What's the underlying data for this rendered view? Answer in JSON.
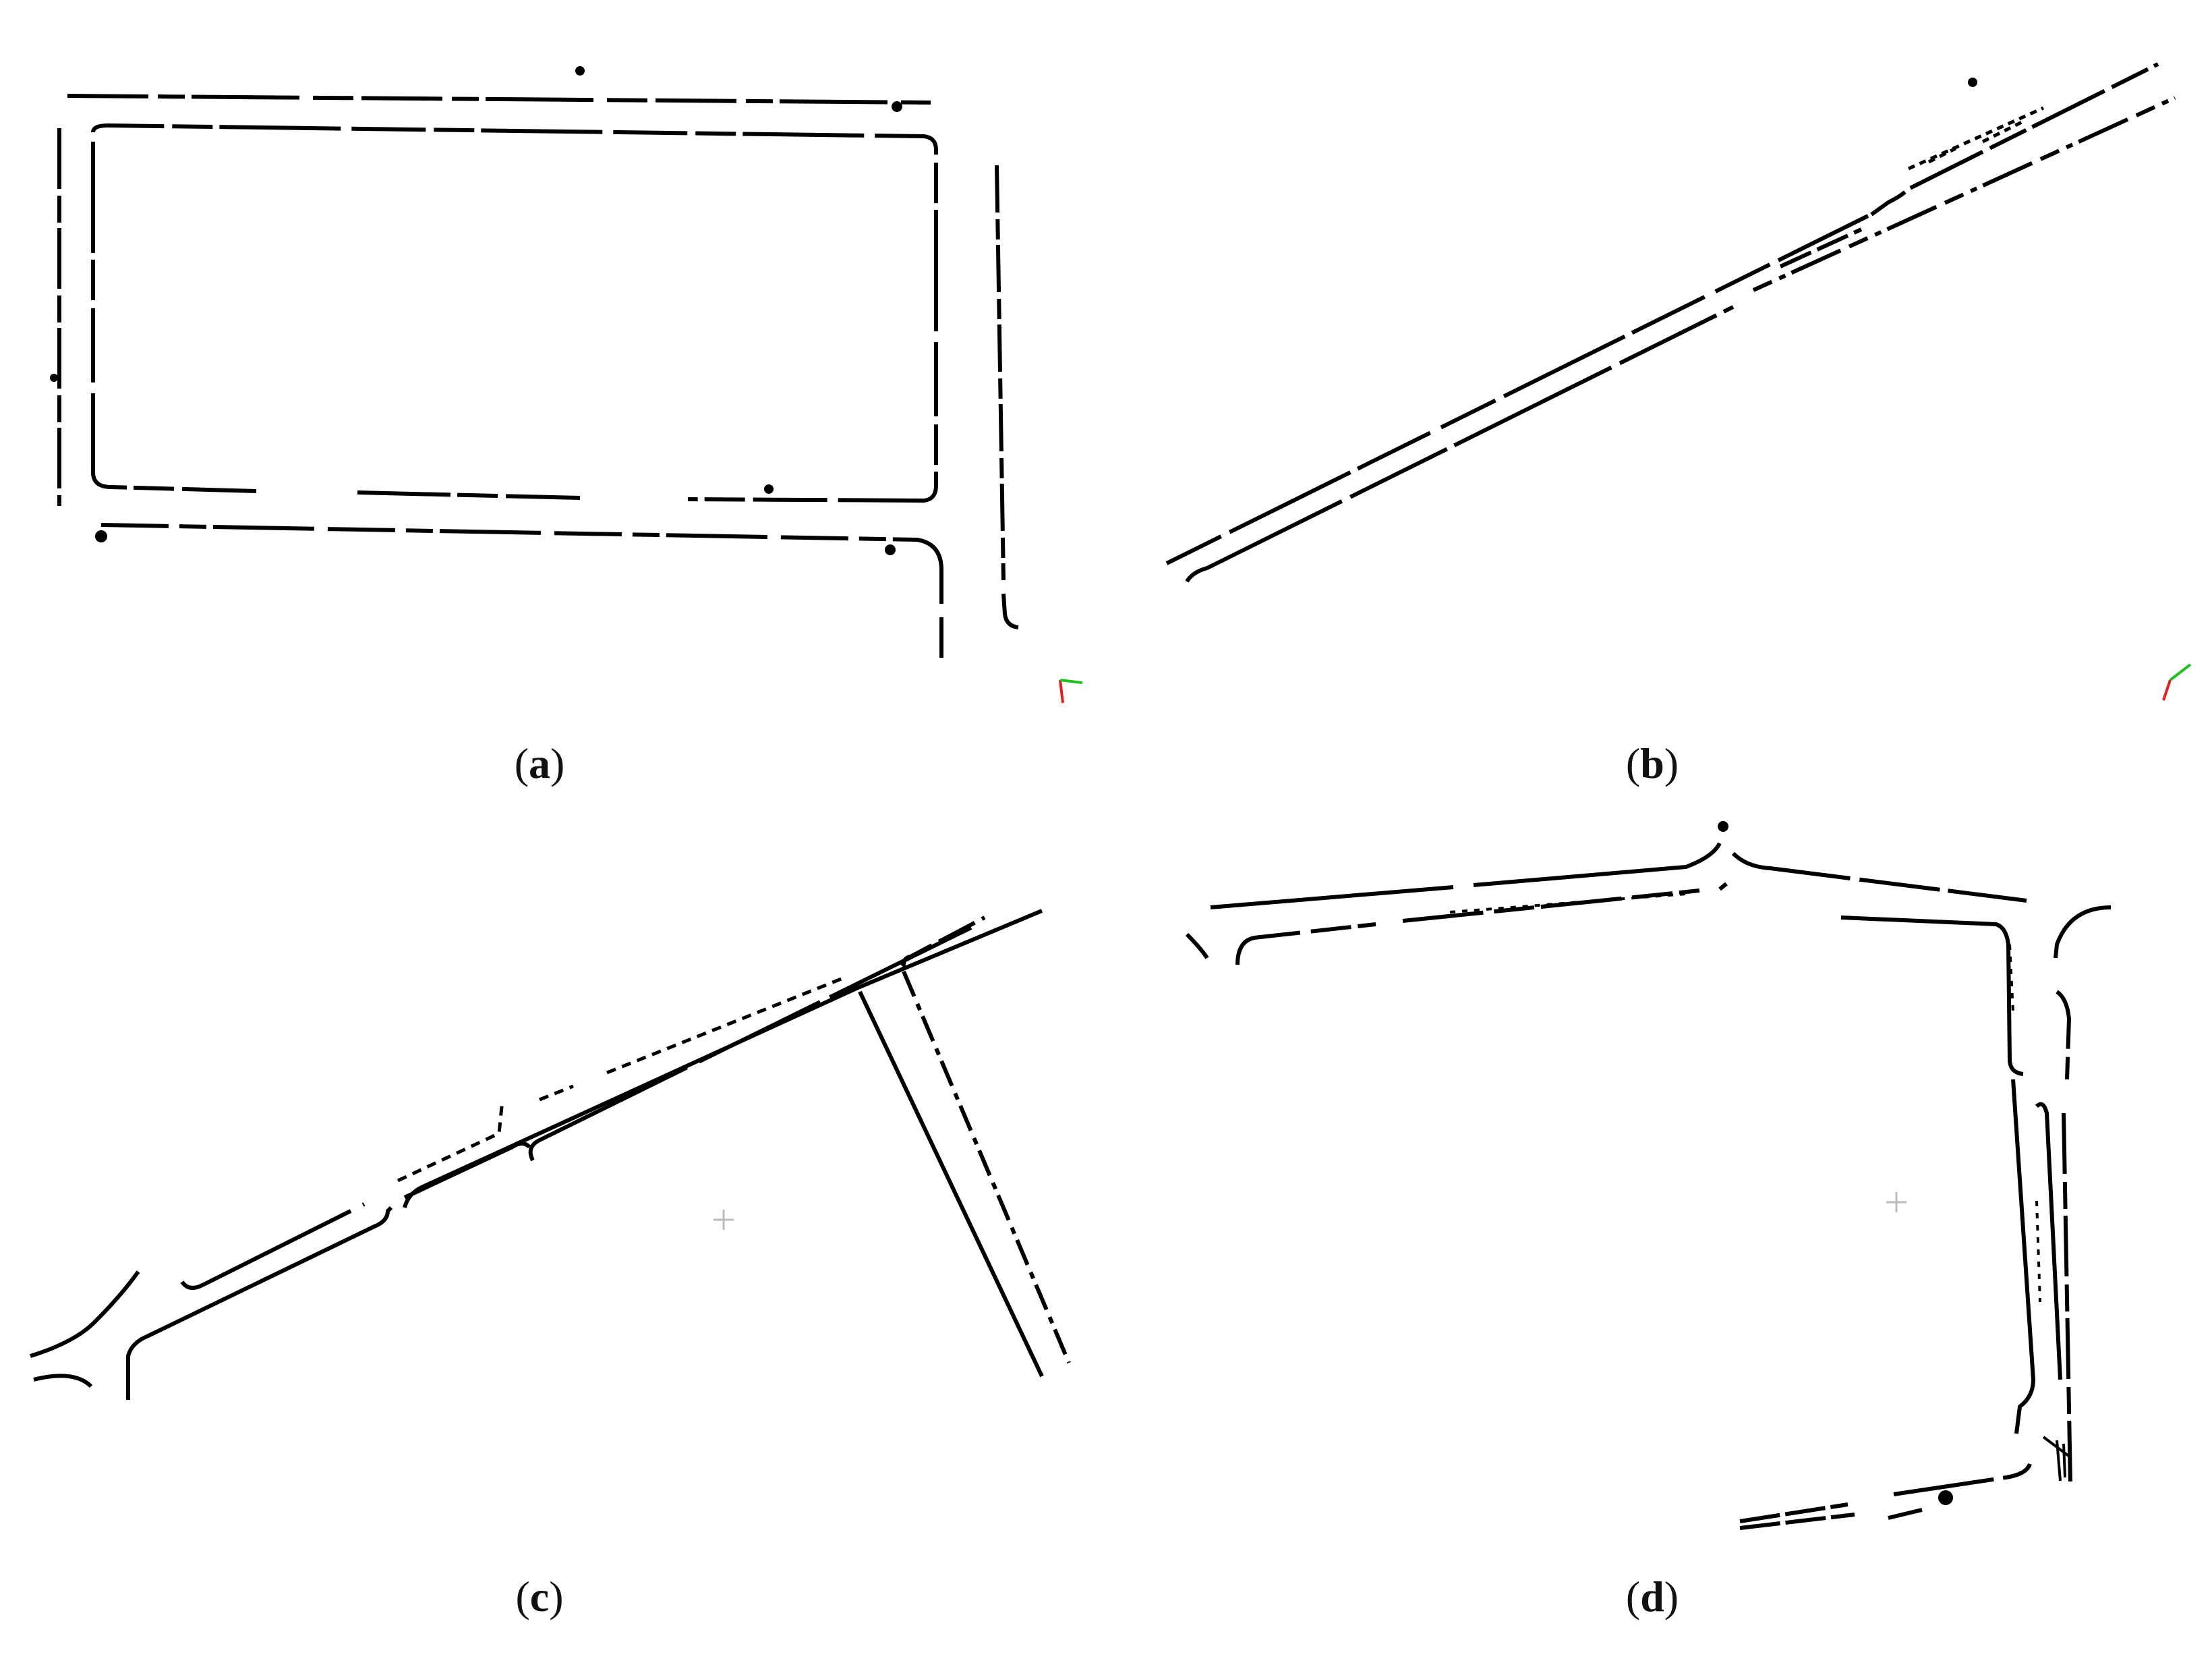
{
  "figure": {
    "panels": [
      {
        "id": "a",
        "label_open": "(",
        "label_letter": "a",
        "label_close": ")"
      },
      {
        "id": "b",
        "label_open": "(",
        "label_letter": "b",
        "label_close": ")"
      },
      {
        "id": "c",
        "label_open": "(",
        "label_letter": "c",
        "label_close": ")"
      },
      {
        "id": "d",
        "label_open": "(",
        "label_letter": "d",
        "label_close": ")"
      }
    ]
  },
  "colors": {
    "curb": "#000000",
    "axis_x": "#e02020",
    "axis_y": "#20c020",
    "center_mark": "#bbbbbb",
    "background": "#ffffff"
  }
}
